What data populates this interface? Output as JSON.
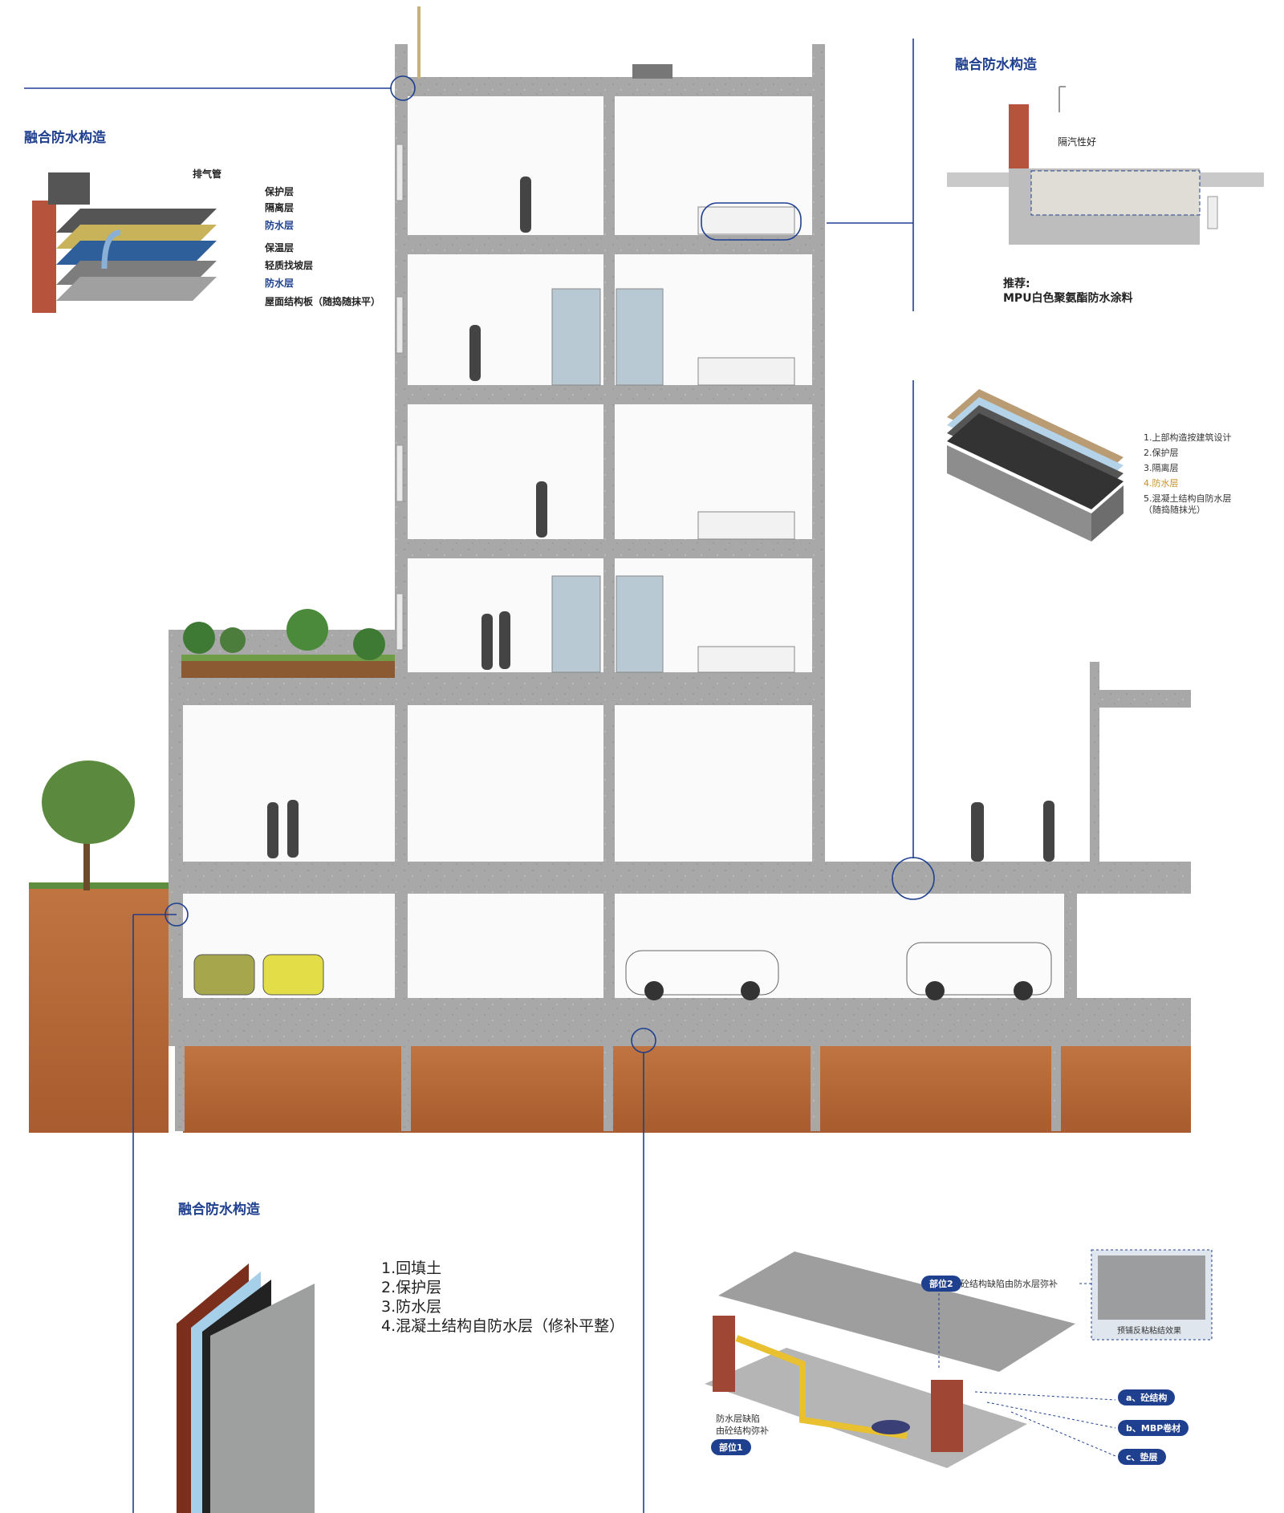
{
  "colors": {
    "accent": "#1f3f8f",
    "concrete": "#a9aaa9",
    "soil": "#b76a3b",
    "orange": "#c8922a"
  },
  "roof_detail": {
    "title": "融合防水构造",
    "labels": [
      "排气管",
      "保护层",
      "隔离层",
      "防水层",
      "保温层",
      "轻质找坡层",
      "防水层",
      "屋面结构板（随捣随抹平）"
    ]
  },
  "bath_detail": {
    "title": "融合防水构造",
    "note": "隔汽性好",
    "recommend_label": "推荐:",
    "recommend_product": "MPU白色聚氨酯防水涂料"
  },
  "floor_layers": {
    "items": [
      "1.上部构造按建筑设计",
      "2.保护层",
      "3.隔离层",
      "4.防水层",
      "5.混凝土结构自防水层",
      "（随捣随抹光）"
    ]
  },
  "wall_detail": {
    "title": "融合防水构造",
    "items": [
      "1.回填土",
      "2.保护层",
      "3.防水层",
      "4.混凝土结构自防水层（修补平整）"
    ]
  },
  "base_detail": {
    "pos2_tag": "部位2",
    "pos2_text": "砼结构缺陷由防水层弥补",
    "photo_caption": "预铺反粘粘结效果",
    "pos1_text1": "防水层缺陷",
    "pos1_text2": "由砼结构弥补",
    "pos1_tag": "部位1",
    "tags": [
      "a、砼结构",
      "b、MBP卷材",
      "c、垫层"
    ]
  }
}
